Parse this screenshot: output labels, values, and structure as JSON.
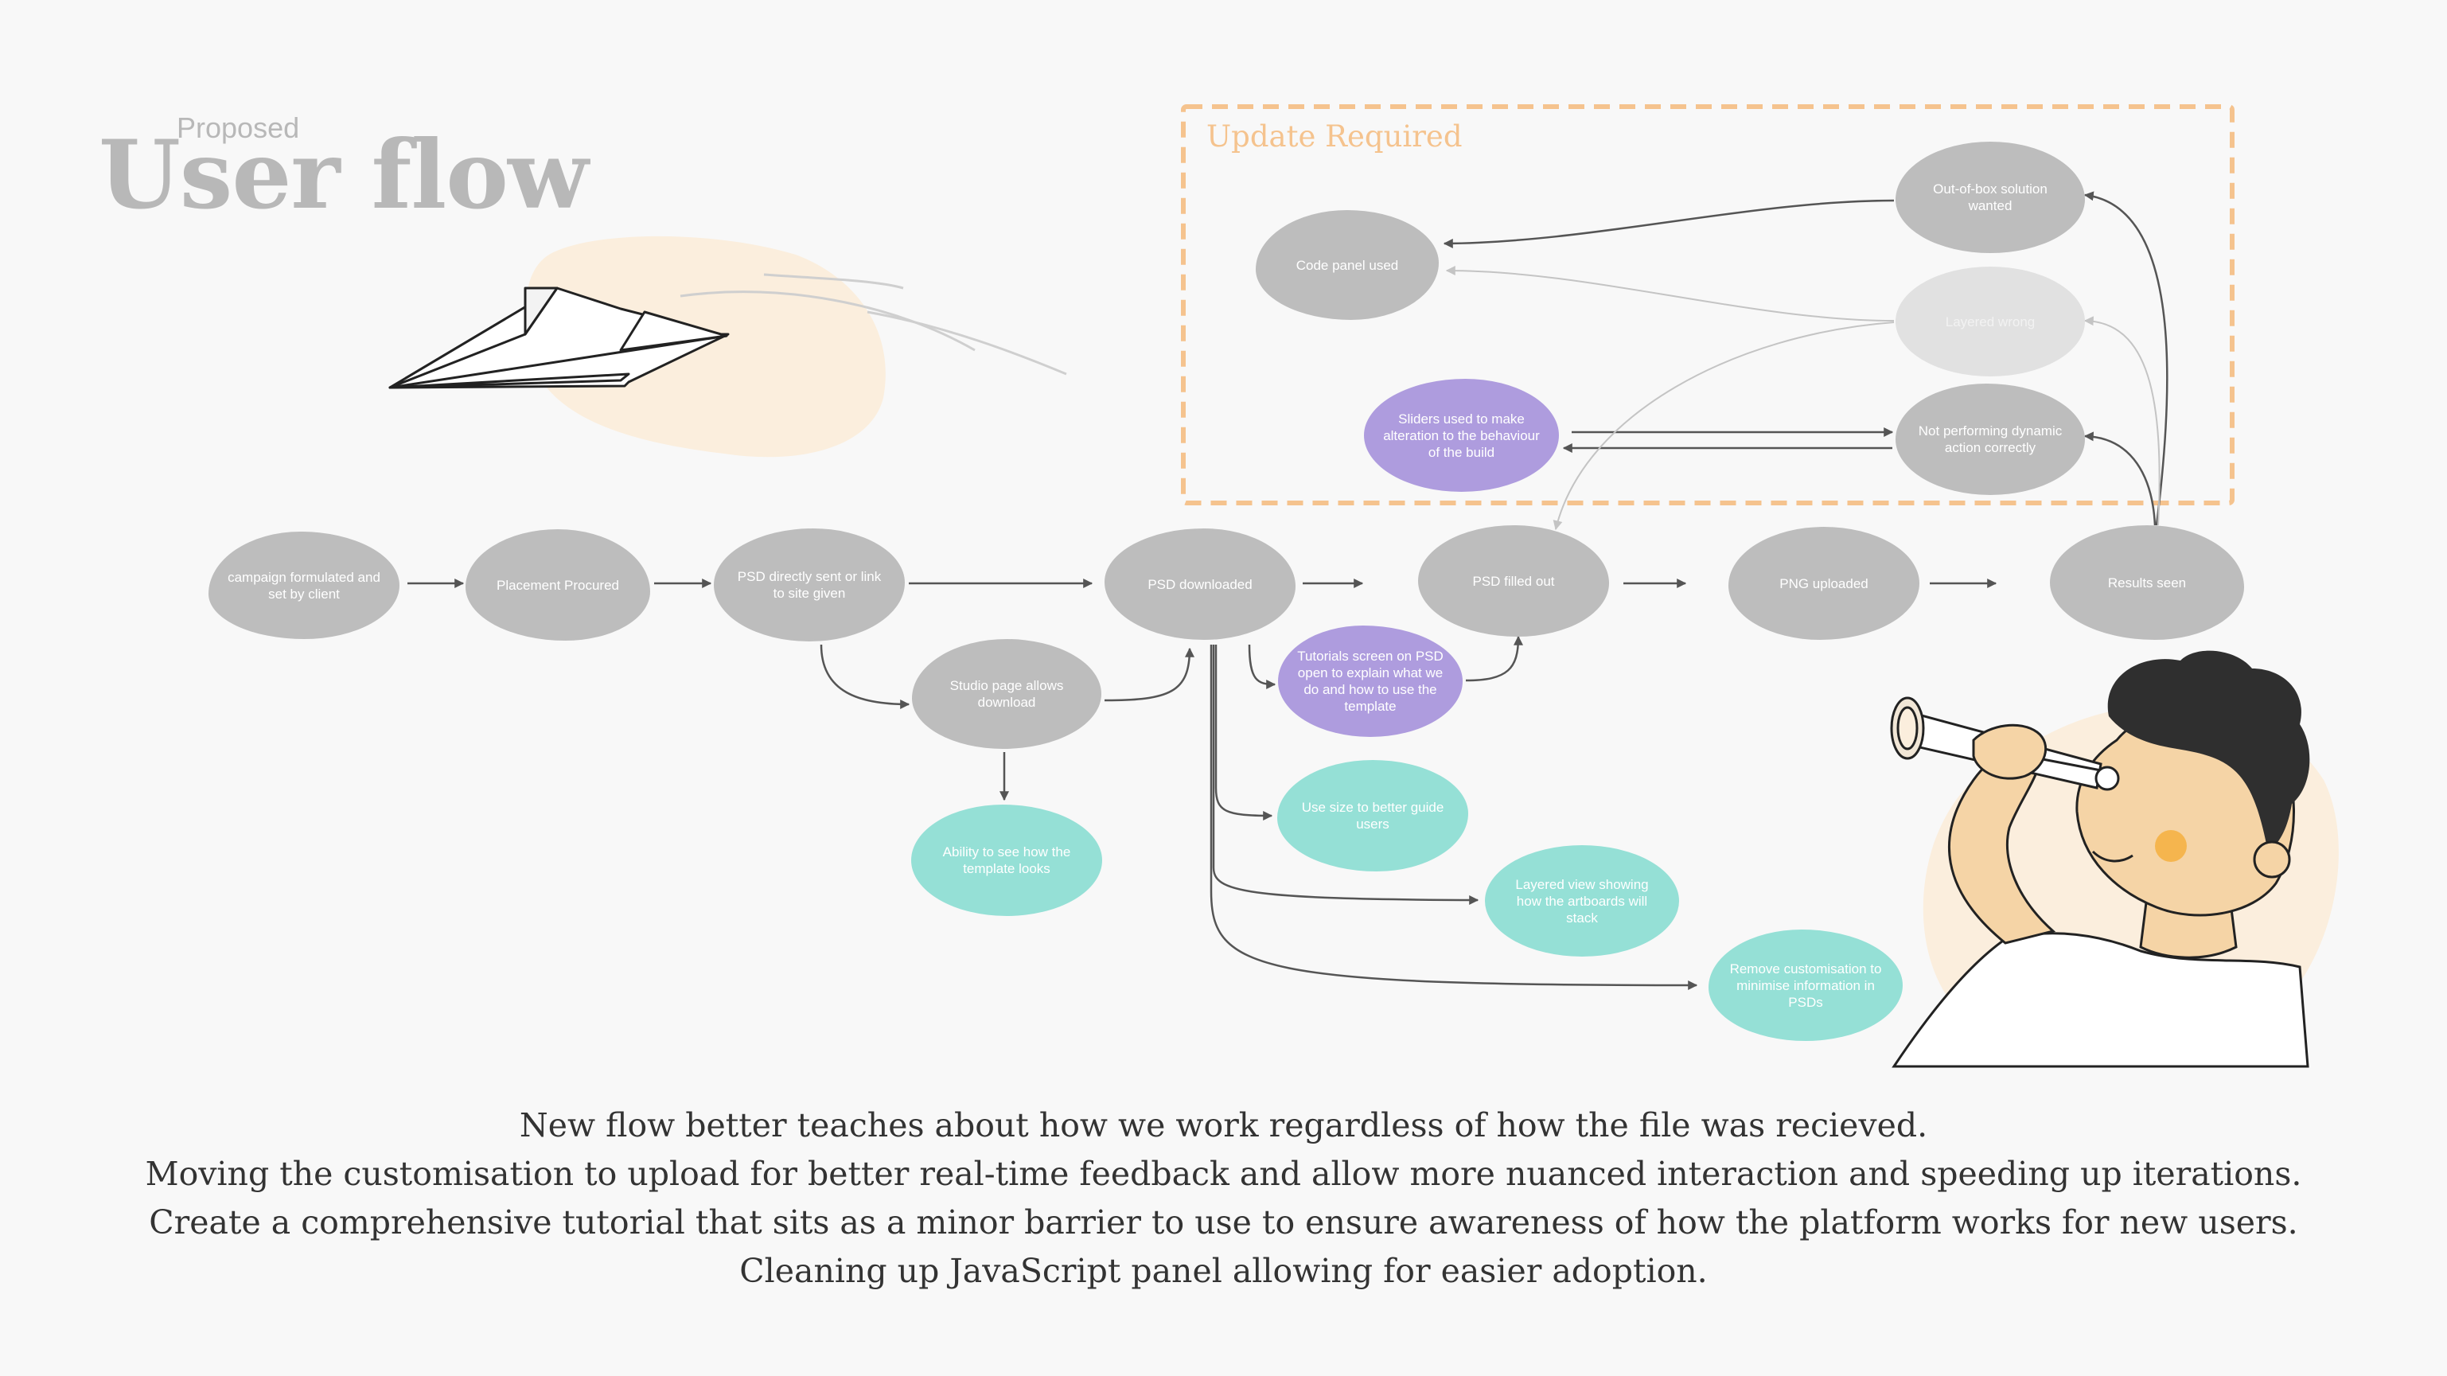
{
  "header": {
    "subtitle": "Proposed",
    "title": "User flow"
  },
  "update_box": {
    "label": "Update Required"
  },
  "nodes": {
    "campaign": "campaign formulated and set by client",
    "placement": "Placement Procured",
    "psd_sent": "PSD directly sent or link to site given",
    "studio_page": "Studio page allows download",
    "ability_to_see": "Ability to see how the template looks",
    "psd_downloaded": "PSD downloaded",
    "tutorials": "Tutorials screen on PSD open to explain what we do and how to use the template",
    "use_size": "Use size to better guide users",
    "layered_view": "Layered view showing how the artboards will stack",
    "remove_custom": "Remove customisation to minimise information in PSDs",
    "psd_filled": "PSD filled out",
    "png_uploaded": "PNG uploaded",
    "results_seen": "Results seen",
    "code_panel": "Code panel used",
    "sliders": "Sliders used to make alteration to the behaviour of the build",
    "out_of_box": "Out-of-box solution wanted",
    "layered_wrong": "Layered wrong",
    "not_performing": "Not performing dynamic action correctly"
  },
  "caption": {
    "line1": "New flow better teaches about how we work regardless of how the file was recieved.",
    "line2": "Moving the customisation to upload for better real-time feedback and allow more nuanced interaction and speeding up iterations.",
    "line3": "Create a comprehensive tutorial that sits as a minor barrier to use to ensure awareness of how the platform works for new users.",
    "line4": "Cleaning up JavaScript panel allowing for easier adoption."
  },
  "colors": {
    "grey_node": "#bdbdbd",
    "purple_node": "#ae9cde",
    "teal_node": "#95e0d6",
    "update_border": "#f5c38e",
    "arrow": "#555555",
    "caption_text": "#333333"
  }
}
